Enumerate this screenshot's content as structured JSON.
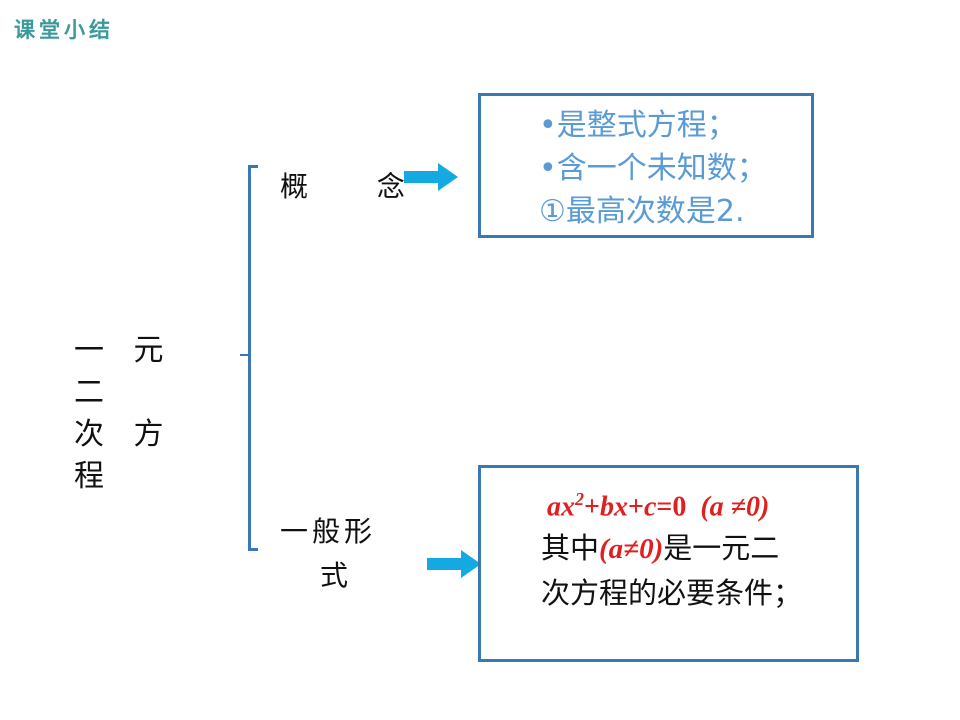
{
  "header": {
    "title": "课堂小结"
  },
  "main_topic": {
    "line1": "一 元 二",
    "line2": "次 方 程"
  },
  "branches": {
    "concept": {
      "label": "概 念",
      "items": [
        "•是整式方程；",
        "•含一个未知数；",
        "①最高次数是2."
      ]
    },
    "general_form": {
      "label_line1": "一般形",
      "label_line2": "式",
      "formula": {
        "ax": "ax",
        "exp": "2",
        "plus1": "+",
        "bx": "bx",
        "plus2": "+",
        "c": "c",
        "eq": "=0",
        "cond": "(a ≠0)"
      },
      "text_prefix": "其中",
      "condition": "(a≠0)",
      "text_suffix1": "是一元二",
      "text_line2": "次方程的必要条件；"
    }
  },
  "colors": {
    "accent_blue": "#3a78b5",
    "arrow_cyan": "#14a9e0",
    "concept_text": "#5a9bd5",
    "formula_red": "#e02020",
    "header_teal": "#3a9a9a"
  }
}
